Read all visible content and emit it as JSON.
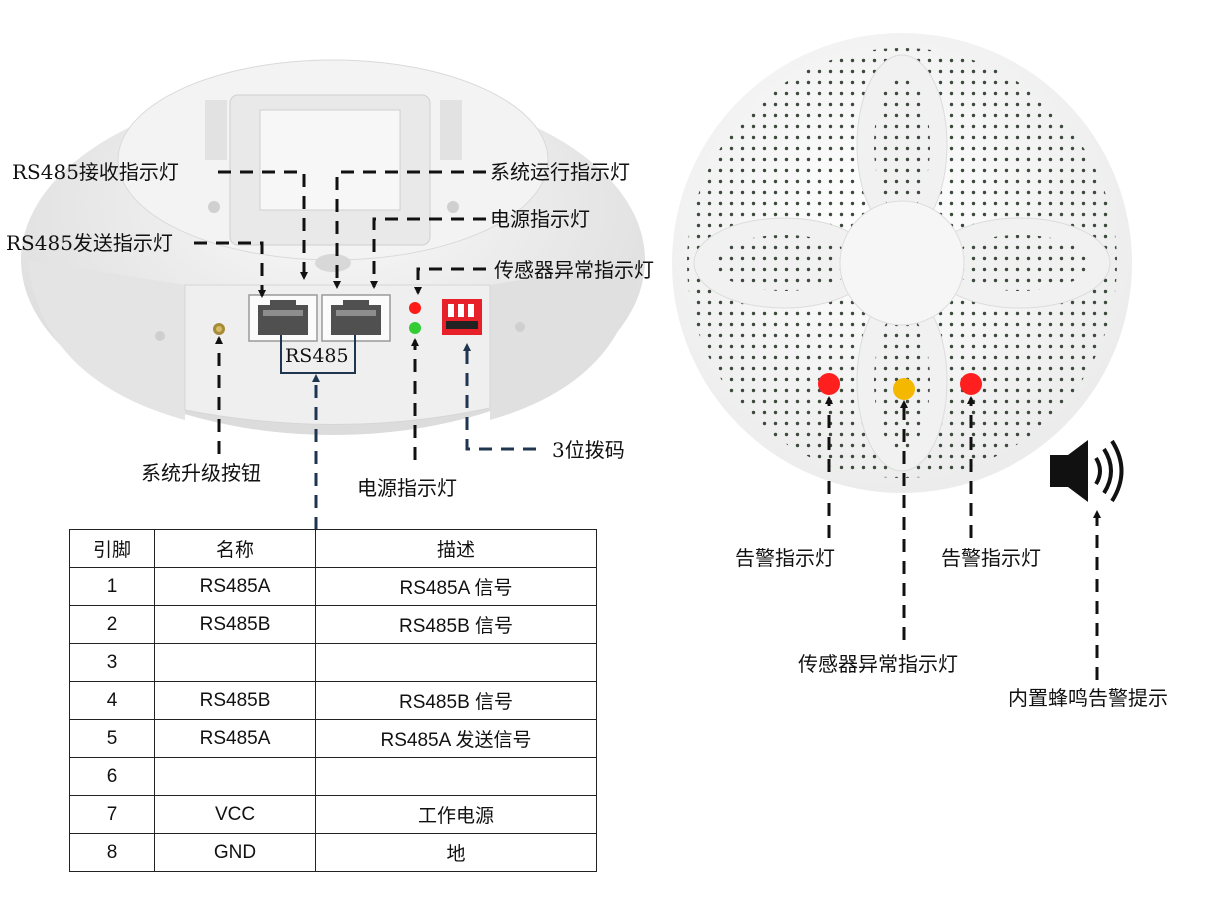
{
  "left_device": {
    "port_group_label": "RS485",
    "callouts": {
      "rs485_rx": "RS485接收指示灯",
      "rs485_tx": "RS485发送指示灯",
      "sys_run": "系统运行指示灯",
      "power_top": "电源指示灯",
      "sensor_fault": "传感器异常指示灯",
      "upgrade_button": "系统升级按钮",
      "power_bottom": "电源指示灯",
      "dip_switch": "3位拨码"
    },
    "colors": {
      "led_red": "#ff1a1a",
      "led_green": "#33cc33",
      "dip_red": "#e8202a"
    }
  },
  "right_device": {
    "callouts": {
      "alarm_left": "告警指示灯",
      "alarm_right": "告警指示灯",
      "sensor_fault": "传感器异常指示灯",
      "buzzer": "内置蜂鸣告警提示"
    },
    "colors": {
      "alarm_led": "#ff1f1f",
      "sensor_led": "#f5b800"
    }
  },
  "pin_table": {
    "headers": [
      "引脚",
      "名称",
      "描述"
    ],
    "rows": [
      [
        "1",
        "RS485A",
        "RS485A 信号"
      ],
      [
        "2",
        "RS485B",
        "RS485B 信号"
      ],
      [
        "3",
        "",
        ""
      ],
      [
        "4",
        "RS485B",
        "RS485B 信号"
      ],
      [
        "5",
        "RS485A",
        "RS485A 发送信号"
      ],
      [
        "6",
        "",
        ""
      ],
      [
        "7",
        "VCC",
        "工作电源"
      ],
      [
        "8",
        "GND",
        "地"
      ]
    ]
  },
  "colors": {
    "arrow_dark": "#111111",
    "arrow_navy": "#1f3550"
  }
}
